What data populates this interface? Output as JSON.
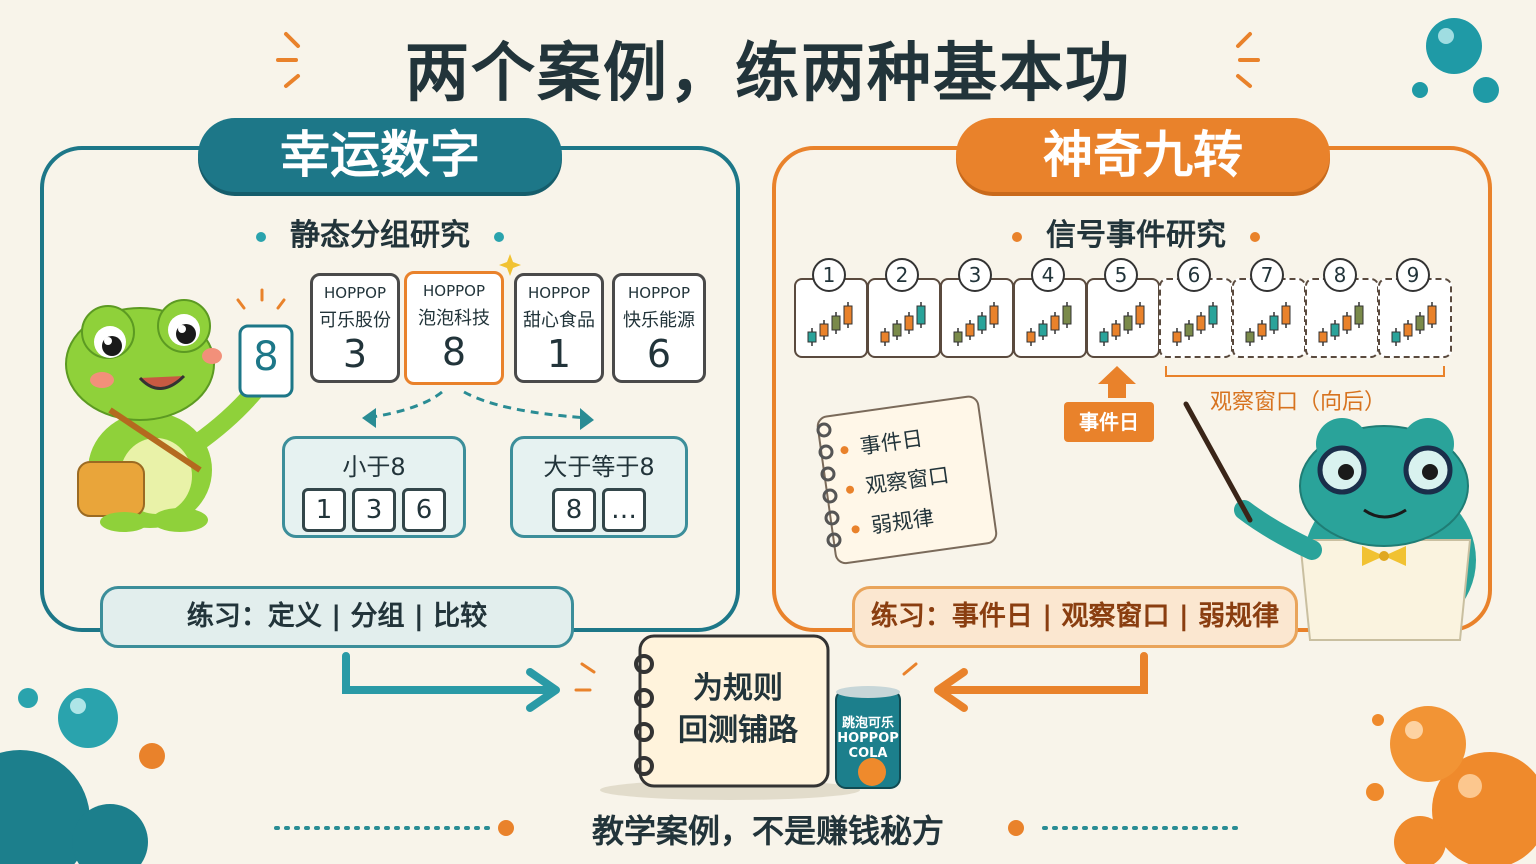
{
  "title": "两个案例，练两种基本功",
  "left_panel": {
    "tag": "幸运数字",
    "subtitle": "静态分组研究",
    "held_card": "8",
    "cards": [
      {
        "brand": "HOPPOP",
        "name": "可乐股份",
        "num": "3"
      },
      {
        "brand": "HOPPOP",
        "name": "泡泡科技",
        "num": "8"
      },
      {
        "brand": "HOPPOP",
        "name": "甜心食品",
        "num": "1"
      },
      {
        "brand": "HOPPOP",
        "name": "快乐能源",
        "num": "6"
      }
    ],
    "group_less": {
      "label": "小于8",
      "items": [
        "1",
        "3",
        "6"
      ]
    },
    "group_more": {
      "label": "大于等于8",
      "items": [
        "8",
        "…"
      ]
    },
    "practice": "练习：定义 | 分组 | 比较"
  },
  "right_panel": {
    "tag": "神奇九转",
    "subtitle": "信号事件研究",
    "sequence": [
      "1",
      "2",
      "3",
      "4",
      "5",
      "6",
      "7",
      "8",
      "9"
    ],
    "event_tag": "事件日",
    "observe_label": "观察窗口（向后）",
    "notebook": [
      "事件日",
      "观察窗口",
      "弱规律"
    ],
    "practice": "练习：事件日 | 观察窗口 | 弱规律"
  },
  "center": {
    "book_line1": "为规则",
    "book_line2": "回测铺路",
    "can_line1": "跳泡可乐",
    "can_line2": "HOPPOP",
    "can_line3": "COLA"
  },
  "footer": "教学案例，不是赚钱秘方",
  "colors": {
    "teal": "#1d7788",
    "orange": "#e9822b",
    "frog_green": "#8fd13a",
    "frog_teal": "#2aa39a",
    "background": "#f8f4ea"
  },
  "icons": [
    "frog-mascot-icon",
    "teacher-frog-icon",
    "spiral-notebook-icon",
    "cola-can-icon",
    "bubble-icon",
    "sparkle-icon",
    "pointer-stick-icon"
  ]
}
